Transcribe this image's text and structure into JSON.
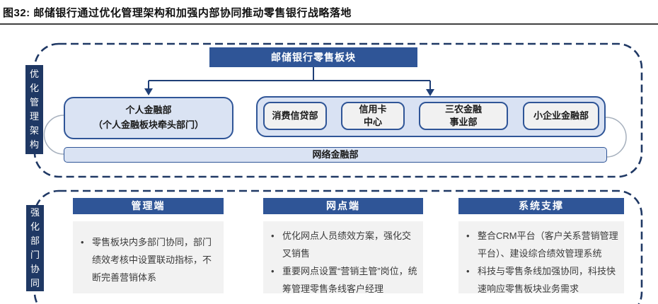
{
  "title": "图32: 邮储银行通过优化管理架构和加强内部协同推动零售银行战略落地",
  "colors": {
    "navy_dark": "#1f3864",
    "blue_medium": "#2f5597",
    "light_blue_fill": "#dae3f3",
    "gray_panel_fill": "#f2f2f2",
    "gray_box_fill": "#f1f1f1",
    "text_dark": "#1a1a1a"
  },
  "section_top": {
    "side_label": "优化管理架构",
    "root_box": "邮储银行零售板块",
    "lead_box": "个人金融部\n（个人金融板块牵头部门）",
    "departments": [
      {
        "label": "消费信贷部"
      },
      {
        "label": "信用卡\n中心"
      },
      {
        "label": "三农金融\n事业部"
      },
      {
        "label": "小企业金融部"
      }
    ],
    "bottom_bar": "网络金融部"
  },
  "section_bottom": {
    "side_label": "强化部门协同",
    "columns": [
      {
        "header": "管理端",
        "bullets": [
          "零售板块内多部门协同，部门绩效考核中设置联动指标，不断完善营销体系"
        ]
      },
      {
        "header": "网点端",
        "bullets": [
          "优化网点人员绩效方案，强化交叉销售",
          "重要网点设置“营销主管”岗位，统筹管理零售条线客户经理"
        ]
      },
      {
        "header": "系统支撑",
        "bullets": [
          "整合CRM平台（客户关系营销管理平台）、建设综合绩效管理系统",
          "科技与零售条线加强协同，科技快速响应零售板块业务需求"
        ]
      }
    ]
  }
}
